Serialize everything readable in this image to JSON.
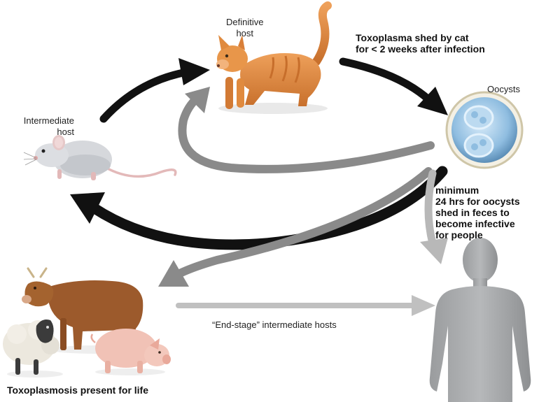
{
  "labels": {
    "definitive_host": [
      "Definitive",
      "host"
    ],
    "intermediate_host": [
      "Intermediate",
      "host"
    ],
    "oocysts": "Oocysts",
    "cat_shed": [
      "Toxoplasma shed by cat",
      "for < 2 weeks after infection"
    ],
    "oocyst_note": [
      "minimum",
      "24 hrs for oocysts",
      "shed in feces to",
      "become infective",
      "for people"
    ],
    "end_stage": "“End-stage” intermediate hosts",
    "present_for_life": "Toxoplasmosis present for life"
  },
  "colors": {
    "arrow_black": "#111111",
    "arrow_gray": "#8a8a8a",
    "arrow_lightgray": "#b8b8b8",
    "cat": "#e08a3e",
    "mouse": "#d6d8dc",
    "cow": "#9c5a2c",
    "sheep": "#e8e4da",
    "pig": "#f1c2b6",
    "human": "#a4a6a8",
    "oocyst": "#8fbde0"
  }
}
